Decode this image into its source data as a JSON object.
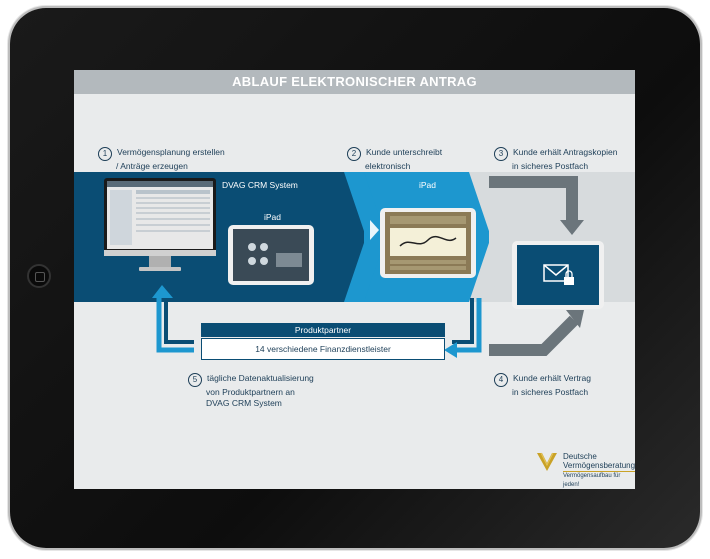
{
  "title": "ABLAUF ELEKTRONISCHER ANTRAG",
  "steps": [
    {
      "num": "1",
      "line1": "Vermögensplanung erstellen",
      "line2": "/ Anträge erzeugen"
    },
    {
      "num": "2",
      "line1": "Kunde unterschreibt",
      "line2": "elektronisch"
    },
    {
      "num": "3",
      "line1": "Kunde erhält Antragskopien",
      "line2": "in sicheres Postfach"
    },
    {
      "num": "4",
      "line1": "Kunde erhält Vertrag",
      "line2": "in sicheres Postfach"
    },
    {
      "num": "5",
      "line1": "tägliche Datenaktualisierung",
      "line2": "von Produktpartnern an",
      "line3": "DVAG CRM System"
    }
  ],
  "labels": {
    "crm": "DVAG CRM System",
    "ipad_left": "iPad",
    "ipad_mid": "iPad"
  },
  "produktpartner": {
    "header": "Produktpartner",
    "body": "14 verschiedene Finanzdienstleister"
  },
  "logo": {
    "line1": "Deutsche",
    "line2": "Vermögensberatung",
    "tagline": "Vermögensaufbau für jeden!"
  },
  "colors": {
    "dark_blue": "#0a4d74",
    "mid_blue": "#1d97cf",
    "gray_band": "#d7dbdd",
    "title_bar": "#b3b9bd",
    "logo_gold": "#c9a227"
  }
}
